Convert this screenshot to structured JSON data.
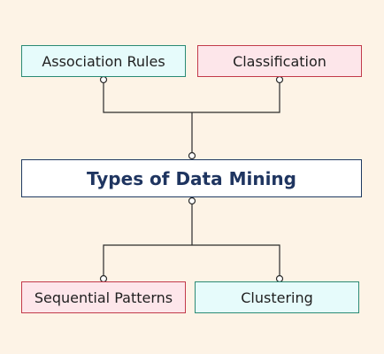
{
  "diagram": {
    "center": {
      "label": "Types of Data Mining"
    },
    "nodes": {
      "association_rules": {
        "label": "Association Rules"
      },
      "classification": {
        "label": "Classification"
      },
      "sequential_patterns": {
        "label": "Sequential Patterns"
      },
      "clustering": {
        "label": "Clustering"
      }
    }
  },
  "colors": {
    "background": "#fdf3e6",
    "cyan_fill": "#e6fbfb",
    "cyan_border": "#2a8a74",
    "pink_fill": "#fde6ea",
    "pink_border": "#c23a4a",
    "center_border": "#1f3a62",
    "center_text": "#1f3560",
    "connector": "#2b2b2b"
  }
}
